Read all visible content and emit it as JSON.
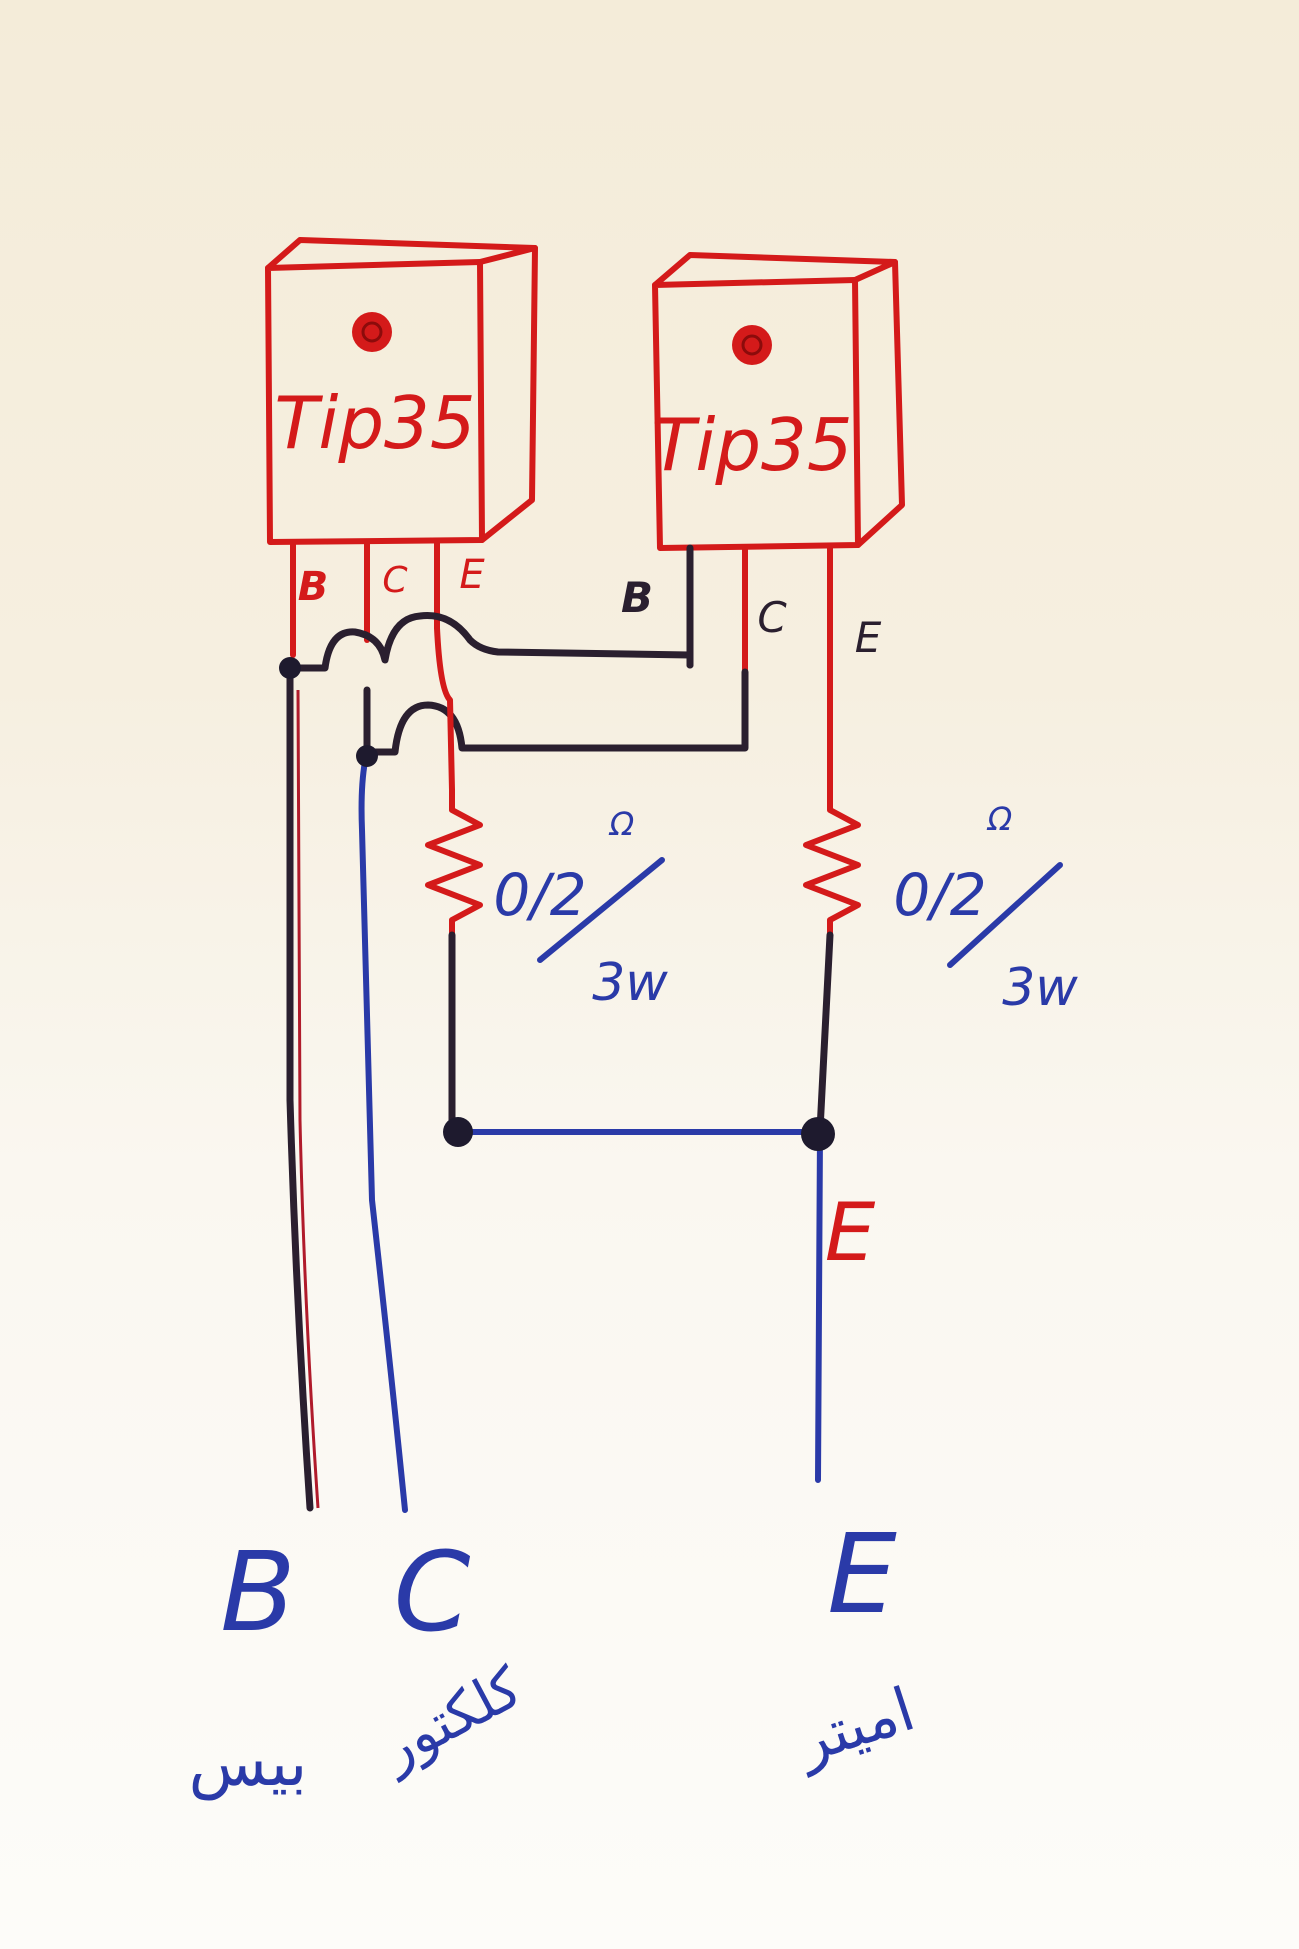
{
  "colors": {
    "paper": "#f6efe0",
    "red_ink": "#d41a1a",
    "blue_ink": "#2a3aa8",
    "dark_ink": "#2a1f2f"
  },
  "transistors": [
    {
      "label": "Tip35",
      "pins": {
        "b": "B",
        "c": "C",
        "e": "E"
      }
    },
    {
      "label": "Tip35",
      "pins": {
        "b": "B",
        "c": "C",
        "e": "E"
      }
    }
  ],
  "resistors": [
    {
      "value": "0/2",
      "ohm_mark": "Ω",
      "power": "3w"
    },
    {
      "value": "0/2",
      "ohm_mark": "Ω",
      "power": "3w"
    }
  ],
  "emitter_mark": "E",
  "terminals": [
    {
      "letter": "B",
      "name": "بیس"
    },
    {
      "letter": "C",
      "name": "کلکتور"
    },
    {
      "letter": "E",
      "name": "امیتر"
    }
  ]
}
